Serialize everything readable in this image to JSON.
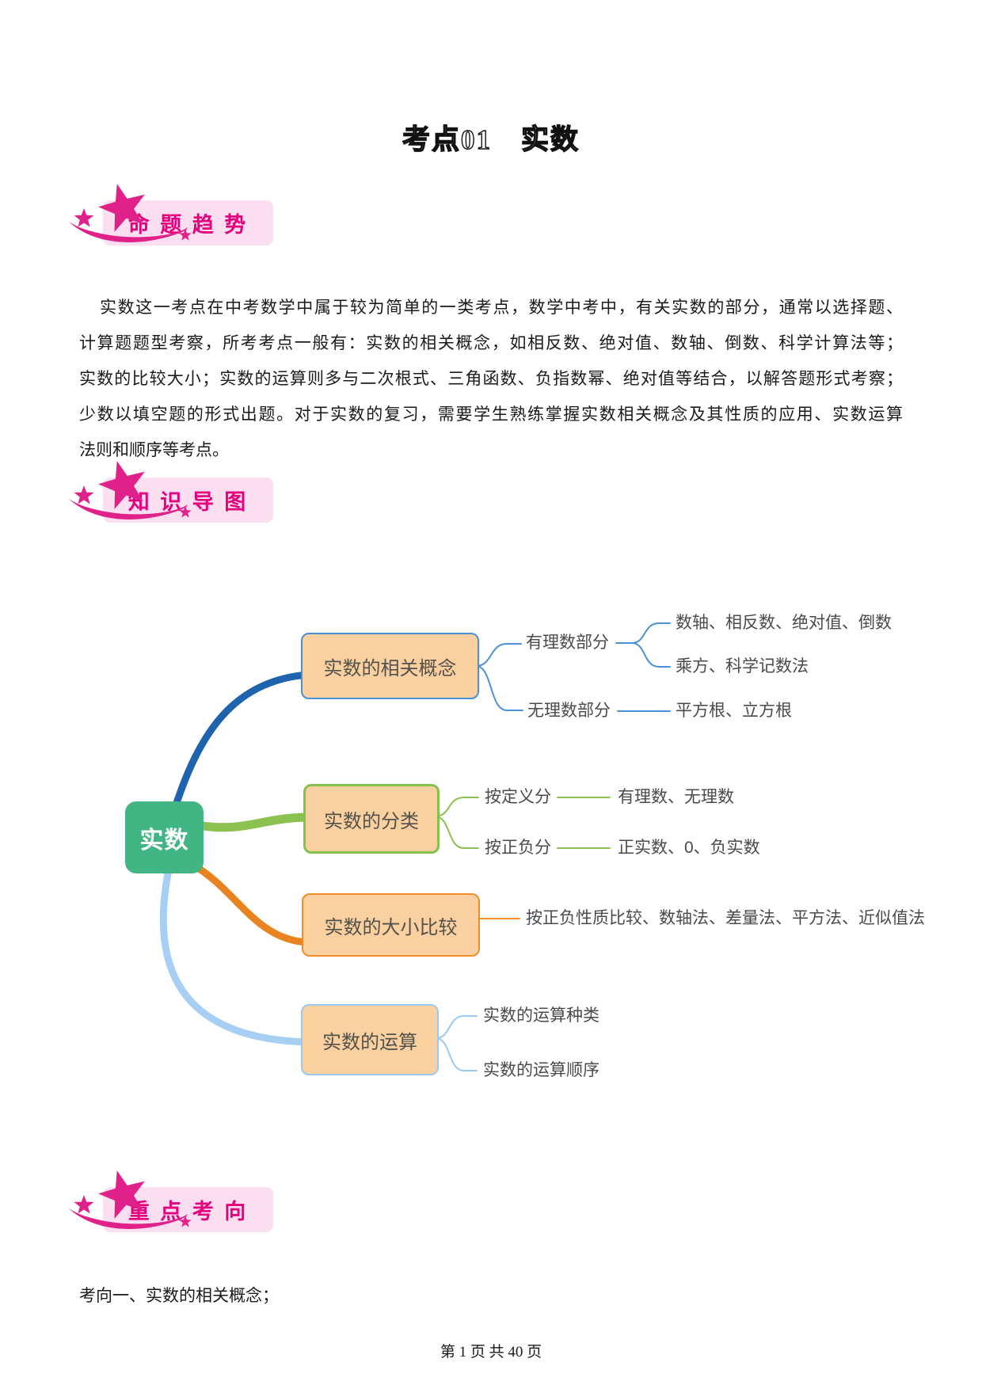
{
  "page": {
    "title": "考点01　实数",
    "footer": "第 1 页 共 40 页"
  },
  "banners": {
    "trend": "命 题 趋 势",
    "map": "知 识 导 图",
    "focus": "重 点 考 向"
  },
  "colors": {
    "banner_magenta": "#e5017d",
    "banner_bg": "#fbdff0",
    "node_green": "#41b584",
    "box_fill": "#fbd0a1",
    "branch_blue": "#1e63ad",
    "branch_green": "#8cc152",
    "branch_orange": "#e8831f",
    "branch_light_blue": "#9cc9f0"
  },
  "intro": {
    "lines": [
      "实数这一考点在中考数学中属于较为简单的一类考点，数学中考中，有关实数的部分，通常以选择题、",
      "计算题题型考察，所考考点一般有：实数的相关概念，如相反数、绝对值、数轴、倒数、科学计算法等；",
      "实数的比较大小；实数的运算则多与二次根式、三角函数、负指数幂、绝对值等结合，以解答题形式考察；",
      "少数以填空题的形式出题。对于实数的复习，需要学生熟练掌握实数相关概念及其性质的应用、实数运算",
      "法则和顺序等考点。"
    ]
  },
  "mindmap": {
    "root": "实数",
    "branches": [
      {
        "label": "实数的相关概念",
        "children": [
          {
            "label": "有理数部分",
            "children": [
              "数轴、相反数、绝对值、倒数",
              "乘方、科学记数法"
            ]
          },
          {
            "label": "无理数部分",
            "children": [
              "平方根、立方根"
            ]
          }
        ]
      },
      {
        "label": "实数的分类",
        "children": [
          {
            "label": "按定义分",
            "children": [
              "有理数、无理数"
            ]
          },
          {
            "label": "按正负分",
            "children": [
              "正实数、0、负实数"
            ]
          }
        ]
      },
      {
        "label": "实数的大小比较",
        "children": [
          "按正负性质比较、数轴法、差量法、平方法、近似值法"
        ]
      },
      {
        "label": "实数的运算",
        "children": [
          "实数的运算种类",
          "实数的运算顺序"
        ]
      }
    ]
  },
  "focus_section": {
    "item1": "考向一、实数的相关概念；"
  }
}
